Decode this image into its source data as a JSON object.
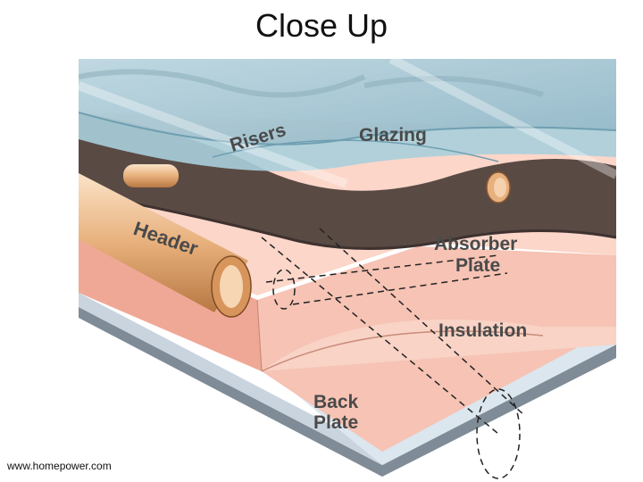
{
  "slide": {
    "title": "Close Up"
  },
  "diagram": {
    "labels": {
      "risers": "Risers",
      "glazing": "Glazing",
      "header": "Header",
      "absorber_line1": "Absorber",
      "absorber_line2": "Plate",
      "insulation": "Insulation",
      "back_line1": "Back",
      "back_line2": "Plate"
    },
    "colors": {
      "glazing": "#9fc3d2",
      "absorber": "#5a4a44",
      "insulation": "#f6c3b4",
      "insulation_edge": "#f0a896",
      "back_plate": "#c9d4df",
      "pipe": "#e8b07c"
    }
  },
  "footer": {
    "credit": "www.homepower.com"
  }
}
